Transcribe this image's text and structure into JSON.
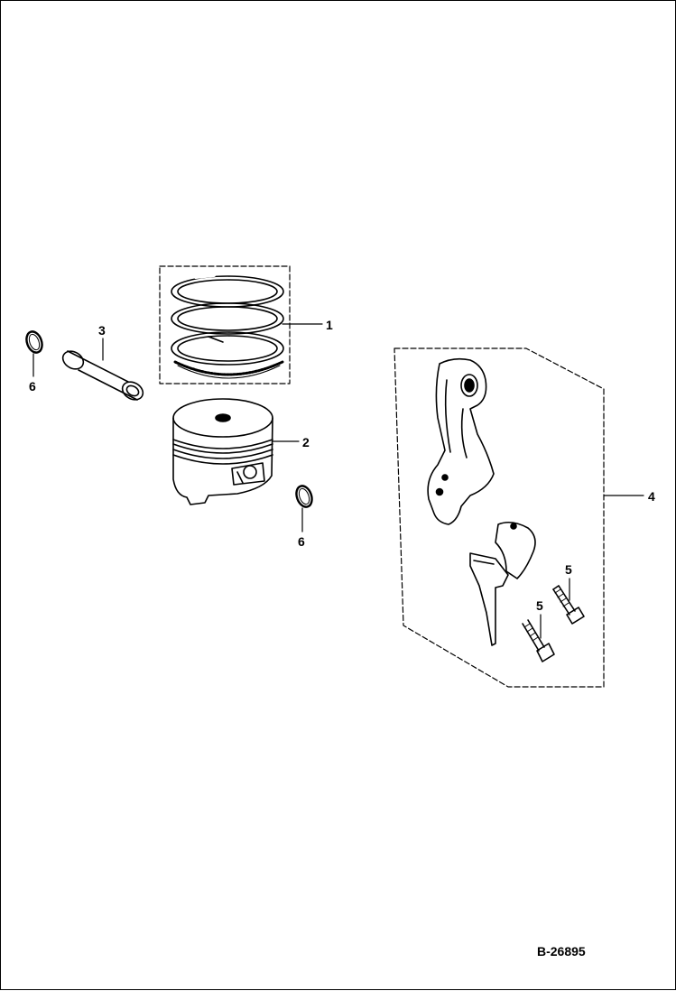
{
  "callouts": {
    "piston_ring_set": "1",
    "piston": "2",
    "piston_pin": "3",
    "connecting_rod": "4",
    "rod_bolt_a": "5",
    "rod_bolt_b": "5",
    "circlip_left": "6",
    "circlip_right": "6"
  },
  "drawing_code": "B-26895"
}
